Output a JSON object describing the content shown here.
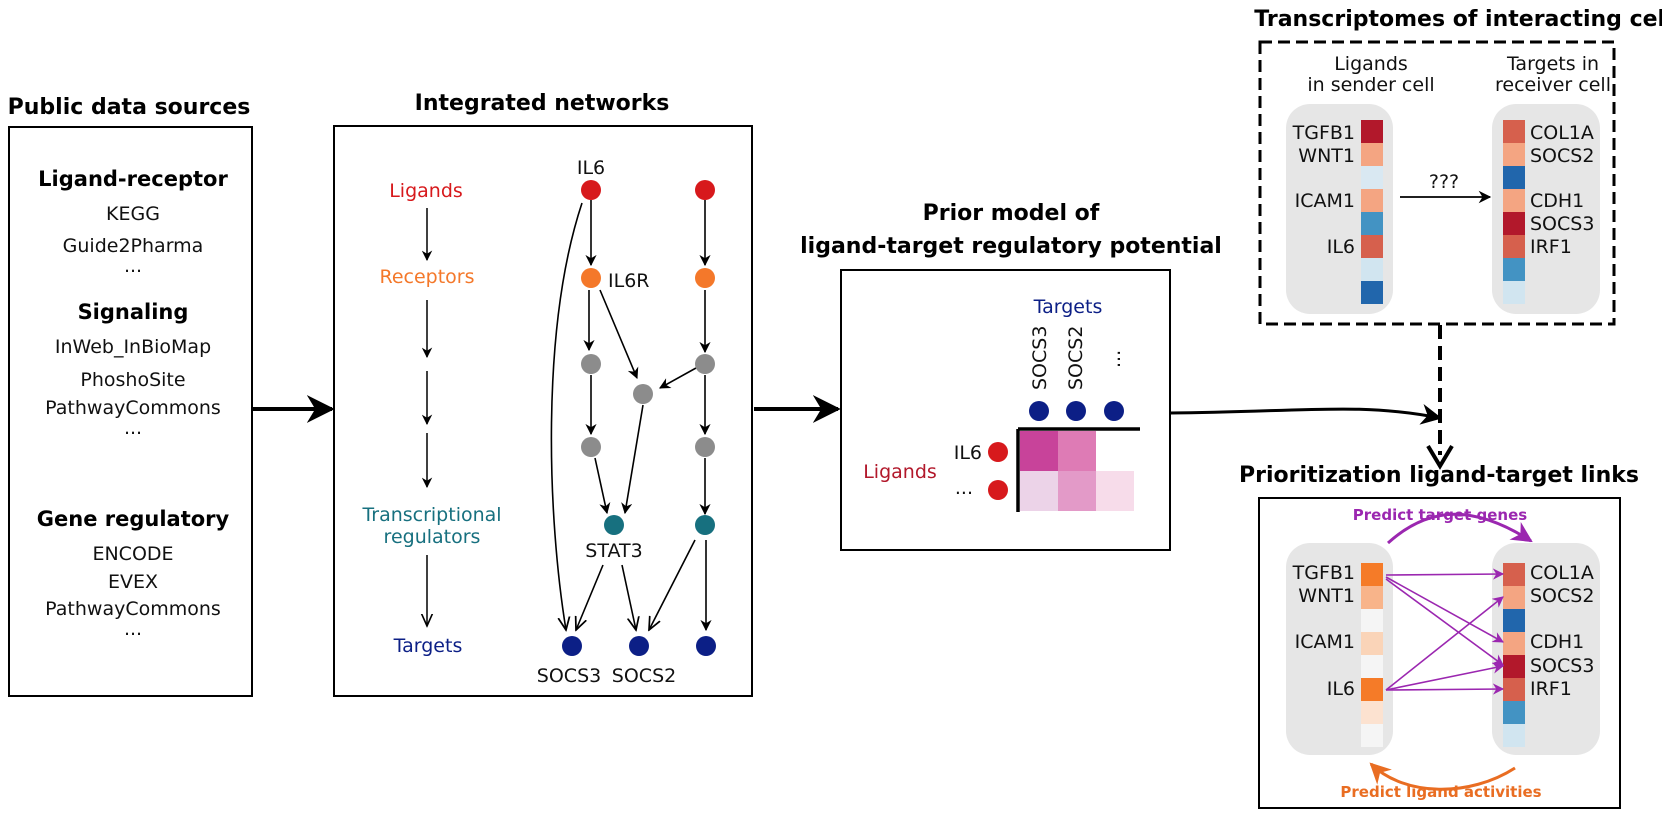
{
  "colors": {
    "ligand": "#d7191c",
    "receptor": "#f4782a",
    "signaling": "#8c8c8c",
    "tf": "#17707f",
    "target": "#0c1f86",
    "purple": "#9b27b0",
    "orange_arrow": "#e96d22",
    "panel_gray": "#e6e6e6"
  },
  "public_sources": {
    "title": "Public data sources",
    "ligand_receptor": {
      "heading": "Ligand-receptor",
      "items": [
        "KEGG",
        "Guide2Pharma",
        "..."
      ]
    },
    "signaling": {
      "heading": "Signaling",
      "items": [
        "InWeb_InBioMap",
        "PhoshoSite",
        "PathwayCommons",
        "..."
      ]
    },
    "gene_regulatory": {
      "heading": "Gene regulatory",
      "items": [
        "ENCODE",
        "EVEX",
        "PathwayCommons",
        "..."
      ]
    }
  },
  "integrated_networks": {
    "title": "Integrated networks",
    "levels": {
      "ligands": "Ligands",
      "receptors": "Receptors",
      "tf_line1": "Transcriptional",
      "tf_line2": "regulators",
      "targets": "Targets"
    },
    "node_labels": {
      "il6": "IL6",
      "il6r": "IL6R",
      "stat3": "STAT3",
      "socs3": "SOCS3",
      "socs2": "SOCS2"
    }
  },
  "prior_model": {
    "title_line1": "Prior model of",
    "title_line2": "ligand-target regulatory potential",
    "targets_label": "Targets",
    "ligands_label": "Ligands",
    "col_labels": [
      "SOCS3",
      "SOCS2",
      "..."
    ],
    "row_labels": [
      "IL6",
      "..."
    ],
    "matrix_colors": [
      [
        "#c8439a",
        "#de7bb5",
        "#ffffff"
      ],
      [
        "#ecd3e8",
        "#e39ac8",
        "#f7dcea"
      ]
    ]
  },
  "transcriptomes": {
    "title": "Transcriptomes of interacting cells",
    "sender_header_line1": "Ligands",
    "sender_header_line2": "in sender cell",
    "receiver_header_line1": "Targets in",
    "receiver_header_line2": "receiver cell",
    "question": "???",
    "ligand_labels": [
      "TGFB1",
      "WNT1",
      "ICAM1",
      "IL6"
    ],
    "target_labels": [
      "COL1A",
      "SOCS2",
      "CDH1",
      "SOCS3",
      "IRF1"
    ],
    "sender_colors": [
      "#b2182b",
      "#f4a582",
      "#d9e8f2",
      "#f4a582",
      "#4393c3",
      "#d6604d",
      "#d1e5f0",
      "#2166ac"
    ],
    "receiver_colors": [
      "#d6604d",
      "#f4a582",
      "#2166ac",
      "#f4a582",
      "#b2182b",
      "#d6604d",
      "#4393c3",
      "#d1e5f0"
    ]
  },
  "prioritization": {
    "title": "Prioritization ligand-target links",
    "predict_targets": "Predict target genes",
    "predict_ligands": "Predict ligand activities",
    "ligand_labels": [
      "TGFB1",
      "WNT1",
      "ICAM1",
      "IL6"
    ],
    "target_labels": [
      "COL1A",
      "SOCS2",
      "CDH1",
      "SOCS3",
      "IRF1"
    ],
    "sender_colors": [
      "#f57b28",
      "#f8b48a",
      "#f5f5f5",
      "#fad4b8",
      "#f5f5f5",
      "#f57b28",
      "#fce2d0",
      "#f5f5f5"
    ],
    "receiver_colors": [
      "#d6604d",
      "#f4a582",
      "#2166ac",
      "#f4a582",
      "#b2182b",
      "#d6604d",
      "#4393c3",
      "#d1e5f0"
    ]
  }
}
